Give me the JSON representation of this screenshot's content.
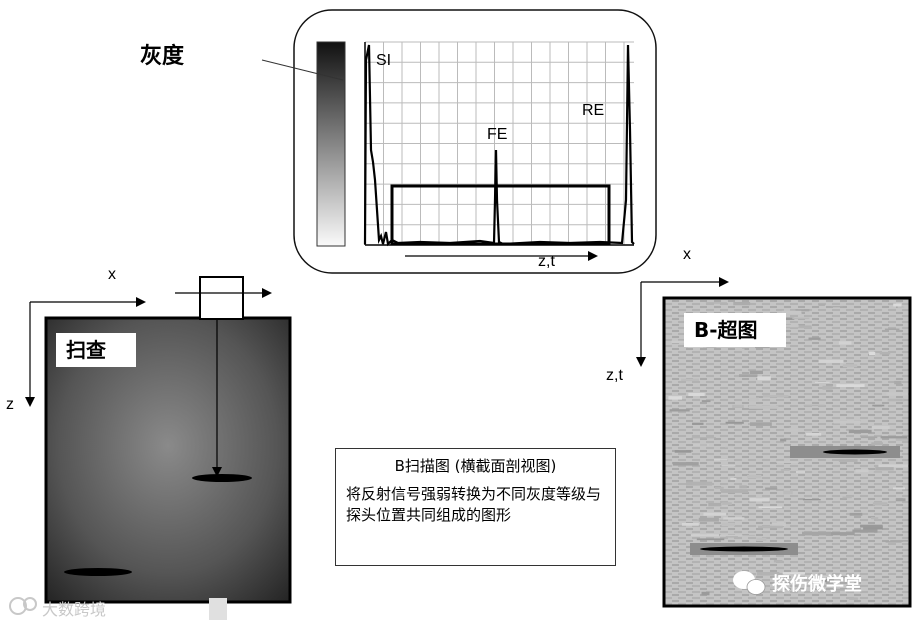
{
  "oscilloscope": {
    "grayscale_label": "灰度",
    "peak_si": "SI",
    "peak_fe": "FE",
    "peak_re": "RE",
    "axis_label": "z,t"
  },
  "scan": {
    "tag": "扫查",
    "x_label": "x",
    "z_label": "z"
  },
  "bscan": {
    "tag": "B-超图",
    "x_label": "x",
    "zt_label": "z,t"
  },
  "caption": {
    "title": "B扫描图 (横截面剖视图)",
    "body": "将反射信号强弱转换为不同灰度等级与探头位置共同组成的图形"
  },
  "watermarks": {
    "right": "探伤微学堂",
    "left": "大数跨境"
  }
}
